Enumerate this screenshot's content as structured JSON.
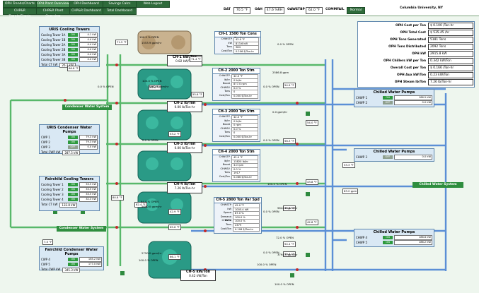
{
  "nav": [
    {
      "label": "OPH Trends/Charts",
      "active": false
    },
    {
      "label": "OPH Plant Overview",
      "active": true
    },
    {
      "label": "OPH Dashboard",
      "active": false
    },
    {
      "label": "Savings Calcs",
      "active": false
    },
    {
      "label": "Web Logout",
      "active": false
    },
    {
      "label": "CHP&R Trends/Charts",
      "active": false
    },
    {
      "label": "CHP&R Plant Overview",
      "active": false
    },
    {
      "label": "CHP&R Dashboard",
      "active": false
    },
    {
      "label": "Total Dashboard",
      "active": false
    }
  ],
  "status": {
    "dat_label": "DAT",
    "dat_value": "70.5 °F",
    "oah_label": "OAH",
    "oah_value": "47.6 %RH",
    "oawetb_label": "OAWETBP",
    "oawetb_value": "62.0 °F",
    "comfail_label": "COMMFAIL",
    "comfail_value": "Normal",
    "campus": "Columbia University, NY"
  },
  "uris_towers": {
    "title": "URIS Cooling Towers",
    "rows": [
      {
        "name": "Cooling Tower 1A",
        "state": "ON",
        "value": "4.1 kW"
      },
      {
        "name": "Cooling Tower 1B",
        "state": "ON",
        "value": "4.4 kW"
      },
      {
        "name": "Cooling Tower 2A",
        "state": "ON",
        "value": "4.4 kW"
      },
      {
        "name": "Cooling Tower 2B",
        "state": "ON",
        "value": "4.4 kW"
      },
      {
        "name": "Cooling Tower 3A",
        "state": "ON",
        "value": "4.4 kW"
      },
      {
        "name": "Cooling Tower 3B",
        "state": "ON",
        "value": "4.4 kW"
      }
    ],
    "total_label": "Total CT kW",
    "total": "26.3 kW"
  },
  "uris_cw_pumps": {
    "title": "URIS Condenser Water Pumps",
    "rows": [
      {
        "name": "CWP 1",
        "state": "ON",
        "value": "79.3 kW"
      },
      {
        "name": "CWP 2",
        "state": "ON",
        "value": "79.3 kW"
      },
      {
        "name": "CWP 3",
        "state": "OFF",
        "value": "0.0 kW"
      }
    ],
    "total_label": "Total CWP kW",
    "total": "287.5 kW"
  },
  "fairchild_towers": {
    "title": "Fairchild Cooling Towers",
    "rows": [
      {
        "name": "Cooling Tower 1",
        "state": "ON",
        "value": "33.5 kW"
      },
      {
        "name": "Cooling Tower 2",
        "state": "ON",
        "value": "33.5 kW"
      },
      {
        "name": "Cooling Tower 3",
        "state": "ON",
        "value": "33.5 kW"
      },
      {
        "name": "Cooling Tower 4",
        "state": "ON",
        "value": "32.3 kW"
      }
    ],
    "total_label": "Total CT kW",
    "total": "132.8 kW"
  },
  "fairchild_cw_pumps": {
    "title": "Fairchild Condenser Water Pumps",
    "rows": [
      {
        "name": "CWP 4",
        "state": "ON",
        "value": "165.2 kW"
      },
      {
        "name": "CWP 5",
        "state": "ON",
        "value": "177.0 kW"
      }
    ],
    "total_label": "Total CWP kW",
    "total": "345.3 kW"
  },
  "chillers": [
    {
      "title": "CH-1 1500 Ton Cons Spd",
      "rows": [
        [
          "CHWSTP",
          "42.0 °F"
        ],
        [
          "kW",
          "813.6 kW"
        ],
        [
          "Tons",
          "984"
        ],
        [
          "Cost/Ton",
          "0.206 $/Ton-hr"
        ]
      ],
      "kw_a": "CH-1 kW/Ton",
      "kw_b": "0.82 kW/Ton"
    },
    {
      "title": "CH-2 2000 Ton Stm",
      "rows": [
        [
          "CHWSTP",
          "42.0 °F"
        ],
        [
          "lb/hr",
          "0 lb/hr"
        ],
        [
          "Boost",
          "877.0 rpm"
        ],
        [
          "CHWSV",
          "0.0 %"
        ],
        [
          "Tons",
          "0"
        ],
        [
          "Cost/Ton",
          "0.000 $/Ton-hr"
        ]
      ],
      "kw_a": "CH-2 lb/Ton",
      "kw_b": "0.00 lb/Ton-hr"
    },
    {
      "title": "CH-3 2000 Ton Stm",
      "rows": [
        [
          "CHWSTP",
          "42.0 °F"
        ],
        [
          "lb/hr",
          "0 lb/hr"
        ],
        [
          "Boost",
          "0 rpm"
        ],
        [
          "CHWSV",
          "0.0 %"
        ],
        [
          "Tons",
          "0"
        ],
        [
          "Cost/Ton",
          "0.000 $/Ton-hr"
        ]
      ],
      "kw_a": "CH-3 lb/Ton",
      "kw_b": "0.00 lb/Ton-hr"
    },
    {
      "title": "CH-4 2000 Ton Stm",
      "rows": [
        [
          "CHWSTP",
          "42.0 °F"
        ],
        [
          "lb/hr",
          "13820 lb/hr"
        ],
        [
          "Boost",
          "3.0 rpm"
        ],
        [
          "CHWSV",
          "0.0 %"
        ],
        [
          "Tons",
          "1917"
        ],
        [
          "Cost/Ton",
          "0.066 $/Ton-hr"
        ]
      ],
      "kw_a": "CH-4 lb/Ton",
      "kw_b": "7.26 lb/Ton-hr"
    },
    {
      "title": "CH-5 2800 Ton Var Spd",
      "rows": [
        [
          "CHWSTP",
          "42.0 °F"
        ],
        [
          "kW",
          "1005.4 kW"
        ],
        [
          "Speed",
          "87.0 %"
        ],
        [
          "Demand Limit",
          "100.0 %"
        ],
        [
          "CHWSV",
          "100.0 %"
        ],
        [
          "Tons",
          "2379"
        ],
        [
          "Cost/Ton",
          "0.106 $/Ton-hr"
        ]
      ],
      "kw_a": "CH-5 kW/Ton",
      "kw_b": "0.42 kW/Ton"
    }
  ],
  "summary": [
    {
      "label": "OPH Cost per Ton",
      "value": "$ 0.100 /Ton-hr"
    },
    {
      "label": "OPH Total Cost",
      "value": "$ 535.45 /hr"
    },
    {
      "label": "OPH Tons Generated",
      "value": "5181 Tons"
    },
    {
      "label": "OPH Tons Distributed",
      "value": "2092 Tons"
    },
    {
      "label": "OPH kW",
      "value": "2915.8 kW"
    },
    {
      "label": "OPH Chillers kW per Ton",
      "value": "0.342 kW/Ton"
    },
    {
      "label": "Overall Cost per Ton",
      "value": "$ 0.166 /Ton-hr"
    },
    {
      "label": "OPH Aux kW/Ton",
      "value": "0.23 kW/Ton"
    },
    {
      "label": "OPH Steam lb/Ton",
      "value": "7.26 lb/Ton-hr"
    }
  ],
  "chw_pumps_top": {
    "title": "Chilled Water Pumps",
    "rows": [
      {
        "name": "CHWP 1",
        "state": "ON",
        "value": "186.5 kW"
      },
      {
        "name": "CHWP 2",
        "state": "OFF",
        "value": "0.0 kW"
      }
    ]
  },
  "chw_pumps_mid": {
    "title": "Chilled Water Pumps",
    "rows": [
      {
        "name": "CHWP 3",
        "state": "OFF",
        "value": "0.0 kW"
      }
    ]
  },
  "chw_pumps_bot": {
    "title": "Chilled Water Pumps",
    "rows": [
      {
        "name": "CHWP 4",
        "state": "ON",
        "value": "186.6 kW"
      },
      {
        "name": "CHWP 5",
        "state": "ON",
        "value": "186.2 kW"
      }
    ]
  },
  "labels": {
    "condenser_system_1": "Condenser Water System",
    "condenser_system_2": "Condenser Water System",
    "chilled_system": "Chilled Water System"
  },
  "temps": [
    "71.5 °F",
    "66.8 °F",
    "71.4 °F",
    "62.6 °F",
    "55.6 °F",
    "54.9 °F",
    "54.0 °F",
    "56.3 °F",
    "53.3 °F",
    "43.8 °F",
    "56.3 °F",
    "83.2 gpm",
    "82.4 °F",
    "80.8 °F",
    "54.4 °F",
    "42.8 °F",
    "50.3 °F",
    "65.6 °F",
    "66.1 °F",
    "7.5 °F",
    "42.9 °F",
    "53.2 °F"
  ],
  "percents": [
    "100.0 % OPEN",
    "0.0 % OPEN",
    "100.0 % OPEN",
    "0.0 % OPEN",
    "0.0 % OPEN",
    "0.0 % OPEN",
    "0.0 % OPEN",
    "100.0 % OPEN",
    "64.0 % OPEN",
    "100.0 % OPEN",
    "0.0 % OPEN",
    "72.0 % OPEN",
    "0.0 % OPEN",
    "100.0 % OPEN",
    "100.0 % OPEN"
  ],
  "flows": [
    "1553.9 gpm/hr",
    "2586.8 gpm",
    "8960.6 gpm/hr",
    "0.0 gpm/hr",
    "5690.0 gpm/hr",
    "5644.0 gpm/hr",
    "2750.0 gpm/hr",
    "3794.0 gpm/hr"
  ]
}
